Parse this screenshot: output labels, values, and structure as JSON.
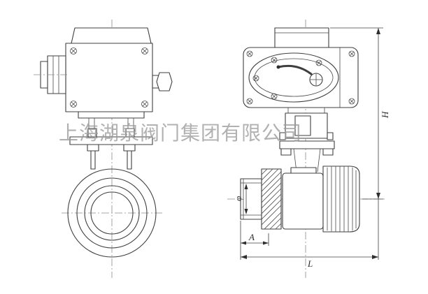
{
  "watermark": "上海湖泉阀门集团有限公司",
  "dimensions": {
    "h": "H",
    "l": "L",
    "a": "A",
    "phi": "φ"
  },
  "colors": {
    "line": "#3f3f3f",
    "centerline": "#8a8a8a",
    "watermark": "#9c9c9c",
    "background": "#ffffff"
  }
}
